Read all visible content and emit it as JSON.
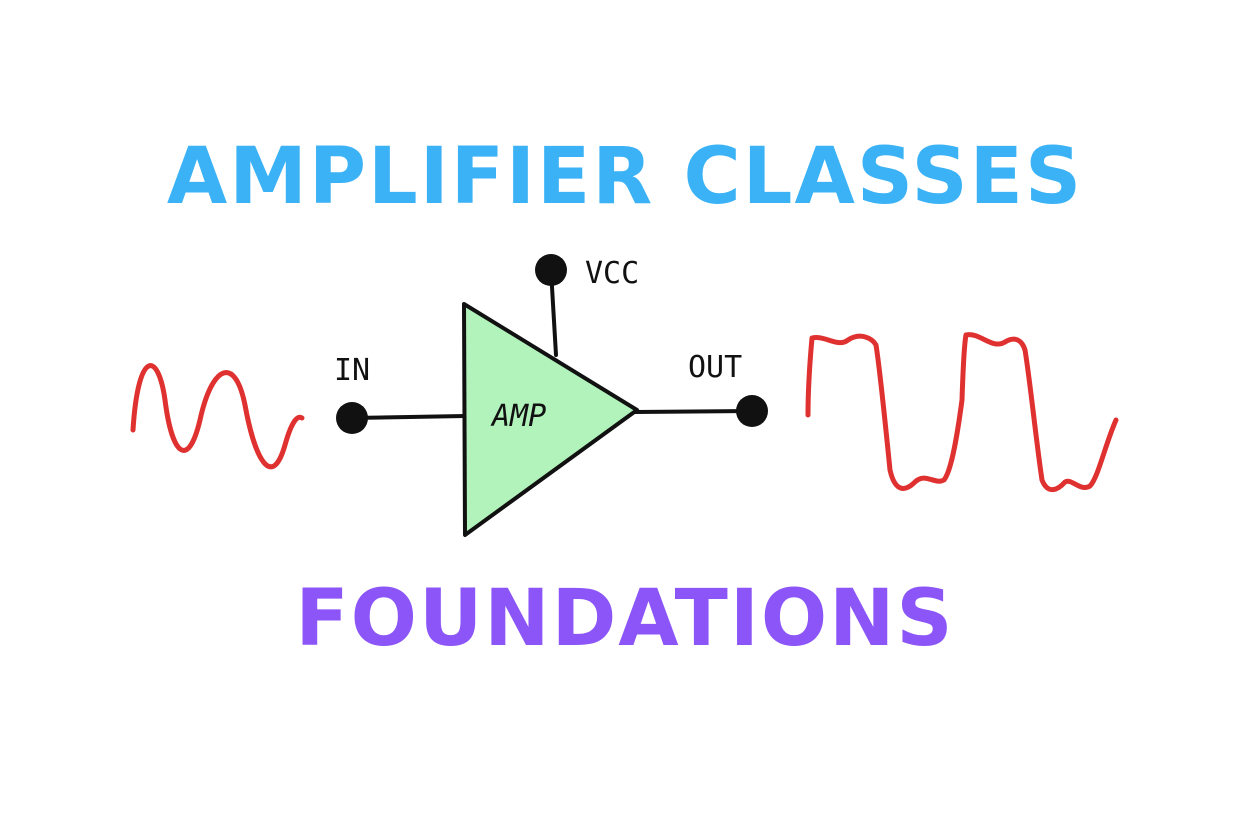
{
  "header": {
    "title": "AMPLIFIER CLASSES"
  },
  "footer": {
    "subtitle": "FOUNDATIONS"
  },
  "diagram": {
    "amp_label": "AMP",
    "vcc_label": "VCC",
    "in_label": "IN",
    "out_label": "OUT"
  },
  "colors": {
    "title": "#3AB2F5",
    "subtitle": "#8B55F7",
    "amp_fill": "#B2F2BB",
    "stroke": "#111111",
    "wave": "#E03131"
  }
}
